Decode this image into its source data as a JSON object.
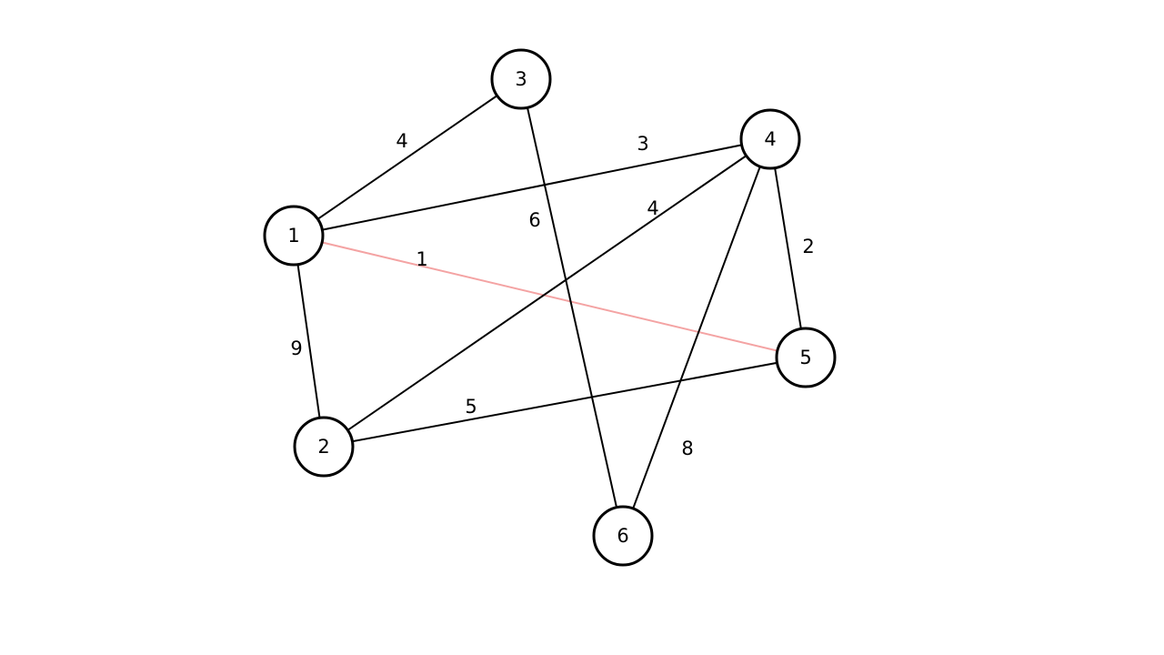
{
  "graph": {
    "nodes": [
      {
        "id": "1",
        "label": "1"
      },
      {
        "id": "2",
        "label": "2"
      },
      {
        "id": "3",
        "label": "3"
      },
      {
        "id": "4",
        "label": "4"
      },
      {
        "id": "5",
        "label": "5"
      },
      {
        "id": "6",
        "label": "6"
      }
    ],
    "edges": [
      {
        "from": "1",
        "to": "3",
        "weight": "4",
        "highlighted": false
      },
      {
        "from": "1",
        "to": "4",
        "weight": "3",
        "highlighted": false
      },
      {
        "from": "1",
        "to": "5",
        "weight": "1",
        "highlighted": true
      },
      {
        "from": "1",
        "to": "2",
        "weight": "9",
        "highlighted": false
      },
      {
        "from": "3",
        "to": "6",
        "weight": "6",
        "highlighted": false
      },
      {
        "from": "2",
        "to": "4",
        "weight": "4",
        "highlighted": false
      },
      {
        "from": "4",
        "to": "5",
        "weight": "2",
        "highlighted": false
      },
      {
        "from": "4",
        "to": "6",
        "weight": "8",
        "highlighted": false
      },
      {
        "from": "2",
        "to": "5",
        "weight": "5",
        "highlighted": false
      }
    ],
    "colors": {
      "edge": "#000000",
      "highlight_edge": "#f4a3a3",
      "node_fill": "#ffffff",
      "node_stroke": "#000000"
    }
  }
}
